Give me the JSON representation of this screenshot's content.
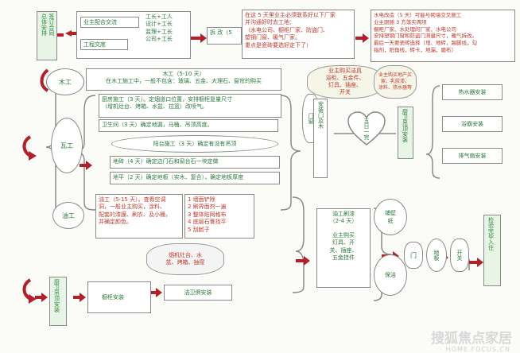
{
  "top": {
    "start_label": "签订合同\n总体安排",
    "cooperation": "业主配合交流",
    "handover": "工程交底",
    "roles": "工长+工人\n设计+工长\n监理+工长\n公司+工长",
    "demolish": "拆 改（5",
    "notice": "在这 5 天里业主必须联系好以下厂家\n并沟通好时去工地：\n（水电公司、橱柜厂家、防盗门、\n塑钢门窗、暖气厂家。\n重点是瓷砖要选好定下了）",
    "water_electric": "水电改造（5 天）可能与砌墙交叉施工\n业主跟随 3 方落实两项\n橱柜厂家、水处理的厂家、水电公司\n安排塑钢门窗和防盗门测量尺寸，暖气拆改。\n最后一天要瓷砖选择（增、地砖，踢脚线，勾\n指剂，阳角线，砖卡，地漏，磨布）"
  },
  "carpenter": {
    "label": "木工",
    "detail": "木工（5-10 天）\n在木工施工中，一般不包含：玻璃、五金、大理石、窗帘的购买"
  },
  "tile": {
    "label": "瓦工",
    "kitchen": "厨房施工（3 天）。定烟道口位置，安排橱柜复量尺寸\n（增机灶台、烤箱、水盆、拉篮）改喷气。",
    "bathroom": "卫生间（3 天）确定地漏，马桶、吊顶高度。",
    "balcony": "阳台施工（3 天）确定有没有吊顶",
    "floor_tile": "地砖（4 天）确定边门石和窗台石一块定做",
    "floor": "地平（2 天）确定地板（实木、复合），确定地板厚度"
  },
  "door_wood": "安装门及木",
  "gate_circle": "门窗",
  "purchase_cloud": "业主购买洁具\n浴柜、五金件、\n灯具、插座、\n开关",
  "heart": "五日一完",
  "buyer_note": "业主购买地产买家、乳胶漆、\n涂料、热水器等",
  "kitchen_cabinet_install": "厨卫吊顶安装",
  "installs": [
    "热水器安装",
    "浴霸安装",
    "排气扇安装"
  ],
  "paint": {
    "label": "油工",
    "detail": "油工（5-15 天）。查看空调\n洞，一般业主购买，涂料、\n配套的漆膜、刷衣、及小桶，\n并确定颜色。",
    "steps": "1 墙面铲除\n2 刷界面剂一遍\n3 整体贴网格布\n4 底层石膏找平\n5 刮腻子"
  },
  "cloud2": "烟机灶台、水\n盆、烤箱、抽屉",
  "paint_finish": "油工刷漆\n（2-4 天）",
  "owner_buy": "业主购买\n灯具、开\n关、插座、\n五金挂件",
  "final": {
    "wallpaper": "铺壁纸",
    "door": "门",
    "floor": "地板",
    "switch": "开关",
    "clean": "保洁",
    "done": "检验完毕入住"
  },
  "bottom": {
    "ceiling_label": "厨卫吊顶安装",
    "cabinet": "橱柜安装",
    "sanitary": "洁卫俱安装"
  },
  "watermark": "搜狐焦点家居",
  "watermark_url": "HOME.FOCUS.CN",
  "colors": {
    "arrow": "#b3202a",
    "text_green": "#2a7a3a",
    "text_red": "#c0392b",
    "border": "#8a8a8a"
  }
}
